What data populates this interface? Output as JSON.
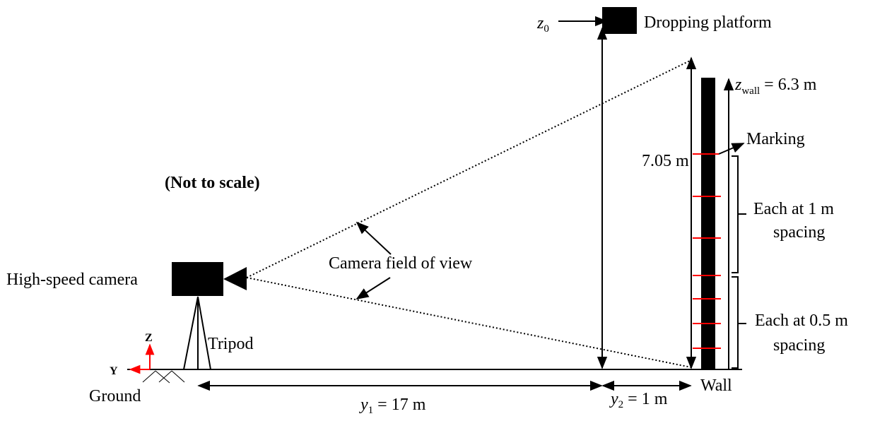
{
  "labels": {
    "dropping_platform": "Dropping platform",
    "z0_main": "z",
    "z0_sub": "0",
    "zwall_main": "z",
    "zwall_sub": "wall",
    "zwall_value": " = 6.3 m",
    "marking": "Marking",
    "height_705": "7.05 m",
    "not_to_scale": "(Not to scale)",
    "high_speed_camera": "High-speed camera",
    "camera_fov": "Camera field of view",
    "spacing_1m_line1": "Each at 1 m",
    "spacing_1m_line2": "spacing",
    "spacing_05m_line1": "Each at 0.5 m",
    "spacing_05m_line2": "spacing",
    "tripod": "Tripod",
    "axis_z": "Z",
    "axis_y": "Y",
    "ground": "Ground",
    "wall": "Wall",
    "y1_main": "y",
    "y1_sub": "1",
    "y1_value": " = 17 m",
    "y2_main": "y",
    "y2_sub": "2",
    "y2_value": " = 1 m"
  },
  "colors": {
    "marking": "#ff0000",
    "axes": "#ff0000"
  }
}
